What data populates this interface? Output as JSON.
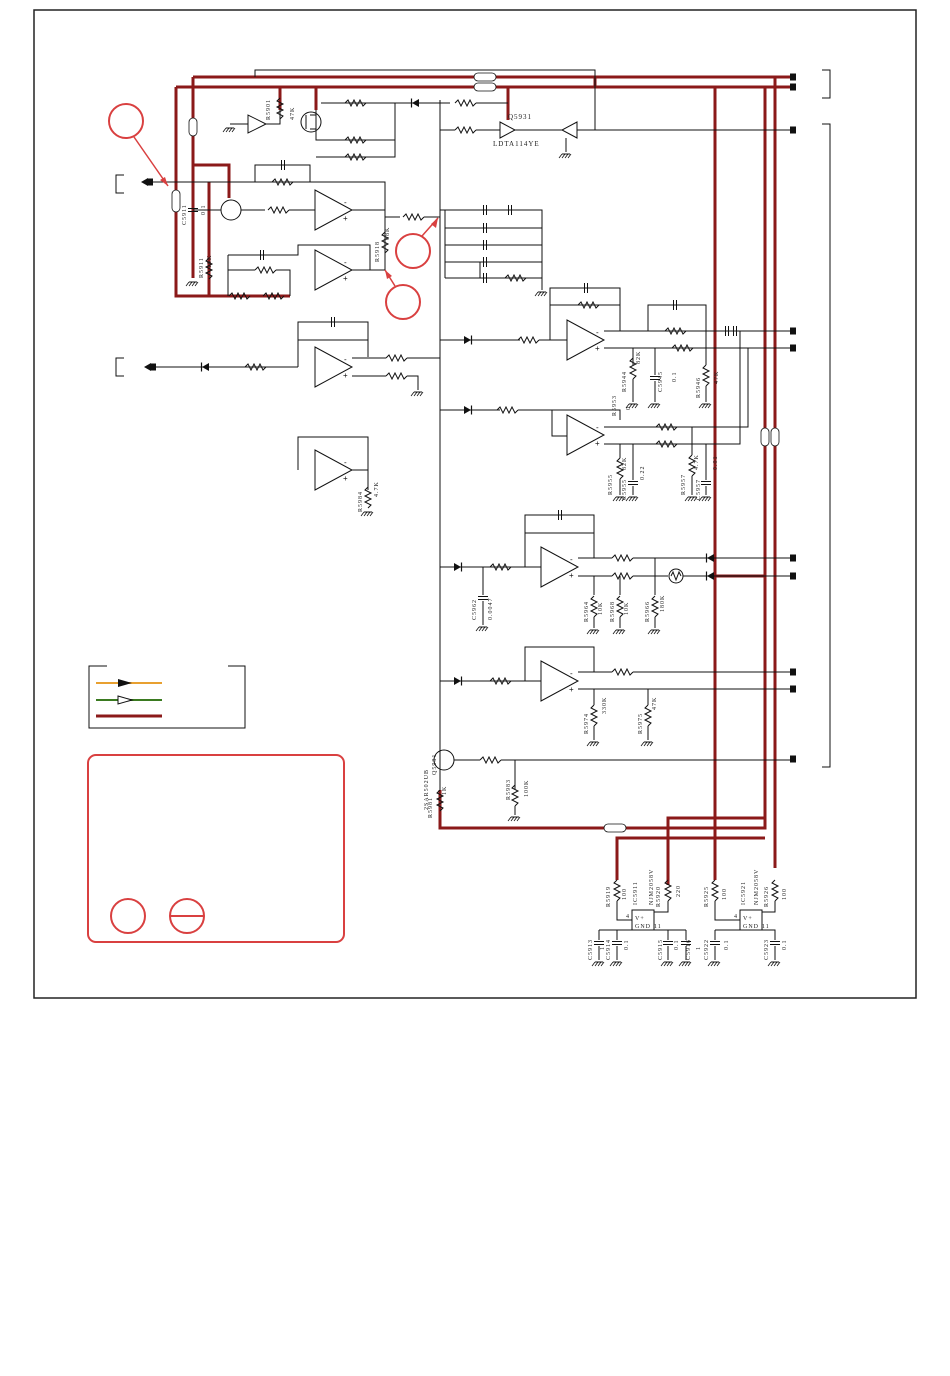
{
  "labels": {
    "q5931": "Q5931",
    "q5931_part": "LDTA114YE",
    "r5901": "R5901",
    "r5901_val": "47K",
    "c5911": "C5911",
    "c5911_val": "0.1",
    "r5911": "R5911",
    "r5911_val": "10K",
    "r5918": "R5918",
    "r5918_val": "68K",
    "r5984": "R5984",
    "r5984_val": "4.7K",
    "r5944": "R5944",
    "r5944_val": "82K",
    "c5945": "C5945",
    "c5945_val": "0.1",
    "r5946": "R5946",
    "r5946_val": "47K",
    "r5953": "R5953",
    "r5953_val": "0",
    "r5955": "R5955",
    "r5955_val": "82K",
    "c5955": "C5955",
    "c5955_val": "0.22",
    "r5957": "R5957",
    "r5957_val": "4.7K",
    "c5957": "C5957",
    "c5957_val": "0.01",
    "c5962": "C5962",
    "c5962_val": "0.0047",
    "r5964": "R5964",
    "r5964_val": "10K",
    "r5968": "R5968",
    "r5968_val": "10K",
    "r5966": "R5966",
    "r5966_val": "180K",
    "r5974": "R5974",
    "r5974_val": "330K",
    "r5975": "R5975",
    "r5975_val": "47K",
    "q5981": "Q5981",
    "q5981_part": "2SAR502UB",
    "r5981": "R5981",
    "r5981_val": "1K",
    "r5983": "R5983",
    "r5983_val": "100K",
    "r5919": "R5919",
    "r5919_val": "100",
    "ic5911": "IC5911",
    "ic5911_part": "NJM2058V",
    "r5920": "R5920",
    "r5920_val": "220",
    "r5925": "R5925",
    "r5925_val": "100",
    "ic5921": "IC5921",
    "ic5921_part": "NJM2058V",
    "r5926": "R5926",
    "r5926_val": "100",
    "c5913": "C5913",
    "c5913_val": "1",
    "c5914": "C5914",
    "c5914_val": "0.1",
    "c5915": "C5915",
    "c5915_val": "0.1",
    "c5916": "C5916",
    "c5916_val": "1",
    "c5922": "C5922",
    "c5922_val": "0.1",
    "c5923": "C5923",
    "c5923_val": "0.1",
    "vplus": "V+",
    "gnd": "GND",
    "pin4": "4",
    "pin8": "8",
    "pin11": "11",
    "minus": "-",
    "plus": "+"
  },
  "colors": {
    "power_line": "#8b1a1a",
    "callout": "#d94040",
    "wire": "#111111",
    "signal_orange": "#e8a030",
    "signal_green": "#3a7a20"
  }
}
